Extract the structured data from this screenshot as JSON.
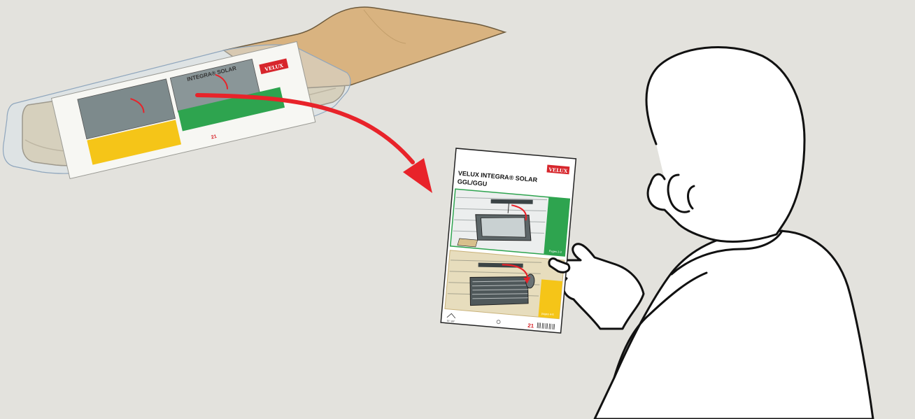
{
  "colors": {
    "background": "#e3e2dd",
    "velux_red": "#d7262c",
    "green_panel": "#2ea44f",
    "yellow_panel": "#f5c518",
    "box_beige": "#cfb58a",
    "flap_tan": "#d9b380",
    "arrow_red": "#e8232a"
  },
  "leaflet": {
    "brand_logo": "VELUX",
    "title": "VELUX INTEGRA® SOLAR",
    "subtitle": "GGL/GGU",
    "green_panel_label": "Pages 2-3",
    "yellow_panel_label": "pages 4-5",
    "pitch_label": "15°-90°",
    "page_number": "21"
  },
  "package": {
    "brand_logo": "VELUX",
    "title": "INTEGRA® SOLAR",
    "page_number": "21"
  },
  "icons": {
    "arrow": "curved-arrow-icon",
    "barcode": "barcode-icon",
    "roof_pitch": "roof-pitch-icon",
    "globe": "globe-icon"
  }
}
